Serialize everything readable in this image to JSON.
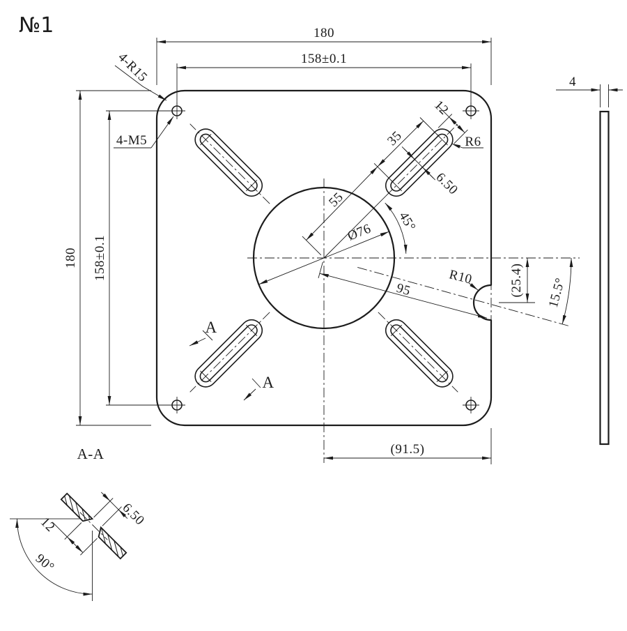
{
  "title": "№1",
  "colors": {
    "ink": "#1c1c1c",
    "paper": "#ffffff"
  },
  "main_view": {
    "dims": {
      "width_outer": "180",
      "width_holes": "158±0.1",
      "height_outer": "180",
      "height_holes": "158±0.1",
      "corner_radius": "4-R15",
      "corner_holes": "4-M5",
      "slot_outer_width": "12",
      "slot_length": "35",
      "slot_end_radius": "R6",
      "slot_inner_width": "6.50",
      "slot_angle": "45°",
      "slot_position_radius": "55",
      "center_hole_diameter": "Ø76",
      "notch_radius": "R10",
      "notch_distance": "95",
      "notch_vertical_offset": "(25.4)",
      "notch_angle": "15.5°",
      "center_to_edge": "(91.5)"
    },
    "section_marks": {
      "first": "A",
      "second": "A"
    }
  },
  "side_view": {
    "thickness": "4"
  },
  "section_view": {
    "title": "A-A",
    "slot_top_width": "6.50",
    "slot_bottom_width": "12",
    "angle": "90°"
  }
}
